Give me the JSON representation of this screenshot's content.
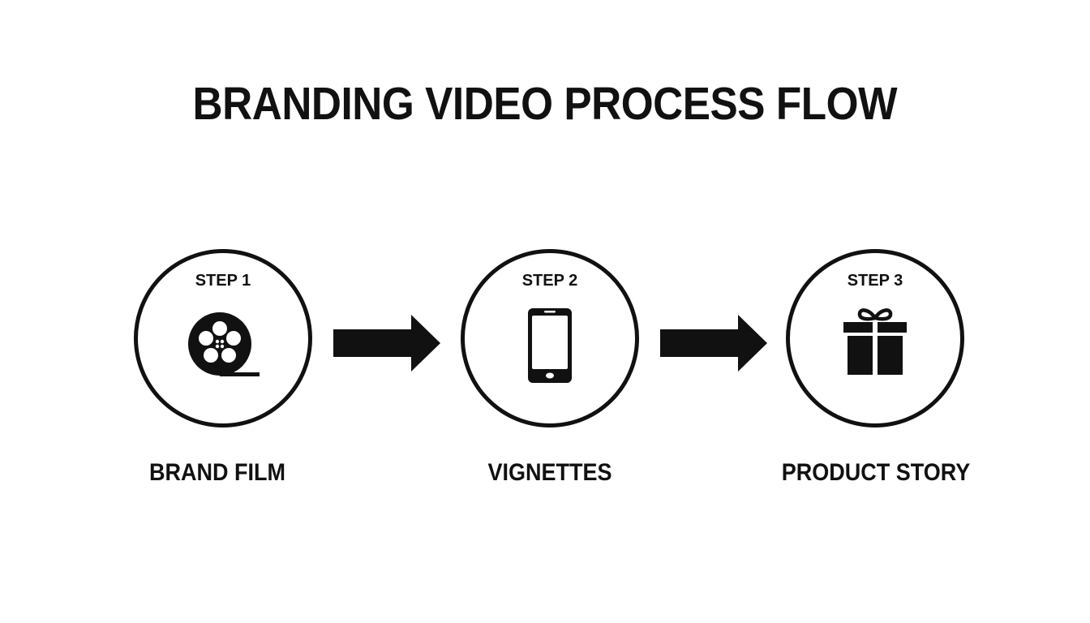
{
  "title": "BRANDING VIDEO PROCESS FLOW",
  "steps": [
    {
      "step_label": "STEP 1",
      "name": "BRAND FILM",
      "icon": "film-reel-icon"
    },
    {
      "step_label": "STEP 2",
      "name": "VIGNETTES",
      "icon": "smartphone-icon"
    },
    {
      "step_label": "STEP 3",
      "name": "PRODUCT STORY",
      "icon": "gift-box-icon"
    }
  ],
  "connectors": [
    "arrow-right-icon",
    "arrow-right-icon"
  ],
  "colors": {
    "ink": "#111111",
    "background": "#ffffff"
  }
}
